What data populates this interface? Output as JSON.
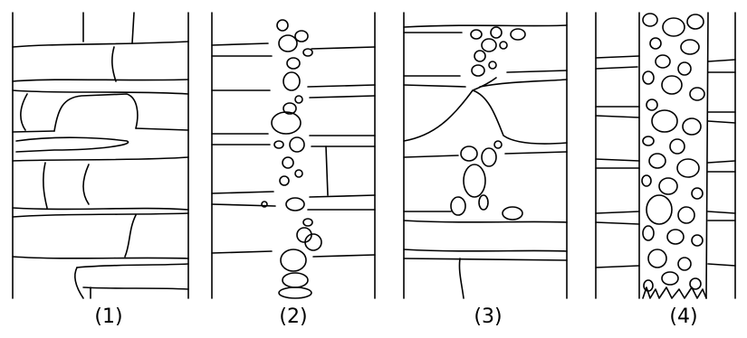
{
  "panels": [
    {
      "id": "panel-1",
      "caption": "(1)"
    },
    {
      "id": "panel-2",
      "caption": "(2)"
    },
    {
      "id": "panel-3",
      "caption": "(3)"
    },
    {
      "id": "panel-4",
      "caption": "(4)"
    }
  ]
}
